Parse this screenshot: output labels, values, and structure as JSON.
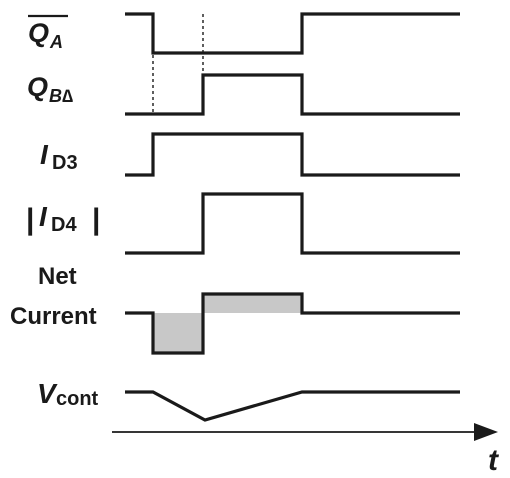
{
  "labels": {
    "qa_main": "Q",
    "qa_sub": "A",
    "qb_main": "Q",
    "qb_sub": "B∆",
    "id3_main": "I",
    "id3_sub": "D3",
    "id4_bar_left": "|",
    "id4_main": "I",
    "id4_sub": "D4",
    "id4_bar_right": "|",
    "net_line1": "Net",
    "net_line2": "Current",
    "vcont_main": "V",
    "vcont_sub": "cont",
    "time_axis": "t"
  },
  "colors": {
    "ink": "#1a1a1a",
    "shading": "#c8c8c8"
  }
}
